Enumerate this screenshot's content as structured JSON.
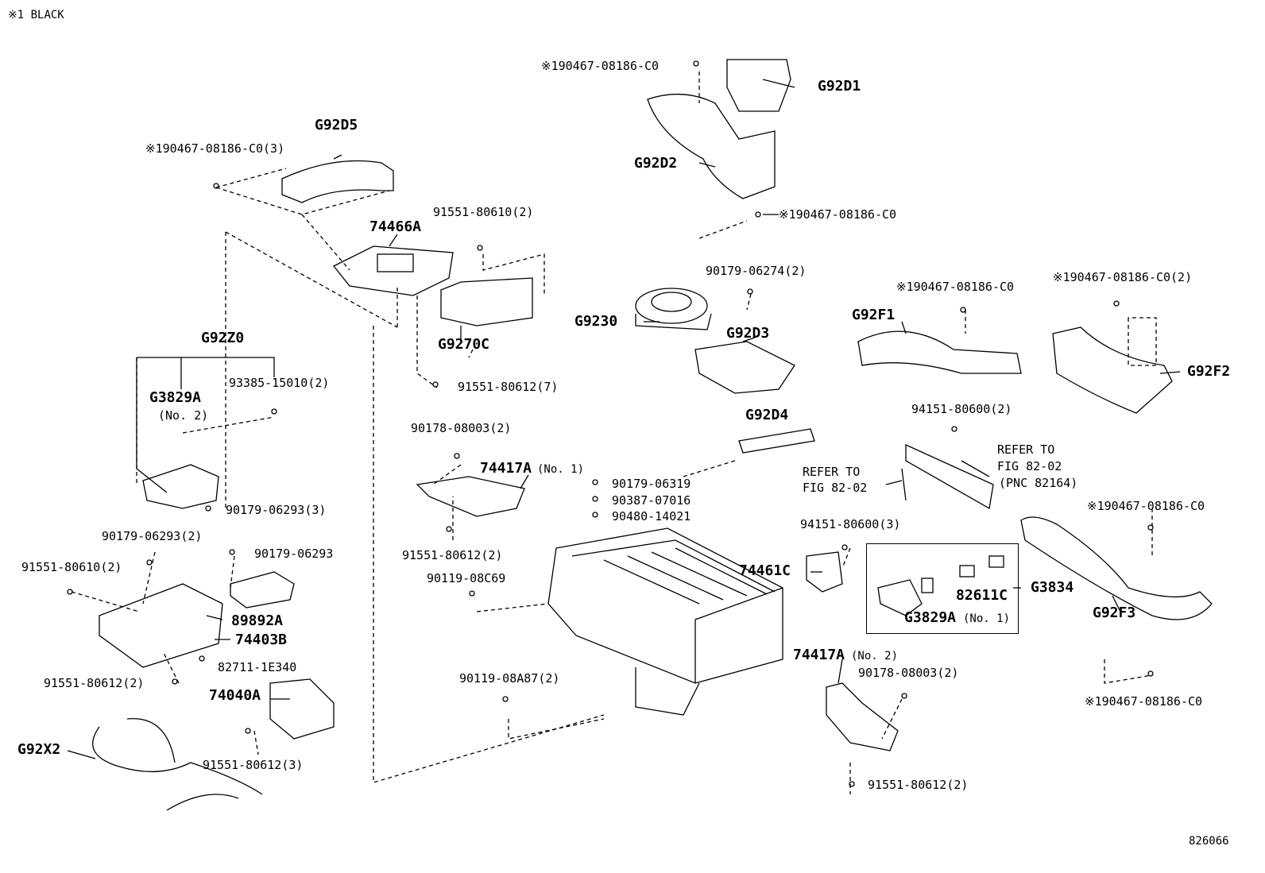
{
  "note": "※1 BLACK",
  "figure_id": "826066",
  "labels": {
    "l01": "※190467-08186-C0",
    "l02": "G92D1",
    "l03": "G92D2",
    "l04": "※190467-08186-C0",
    "l05": "G92D5",
    "l06": "※190467-08186-C0(3)",
    "l07": "74466A",
    "l08": "91551-80610(2)",
    "l09": "G9270C",
    "l10": "91551-80612(7)",
    "l11": "90179-06274(2)",
    "l12": "G9230",
    "l13": "G92D3",
    "l14": "※190467-08186-C0",
    "l15": "※190467-08186-C0(2)",
    "l16": "G92F1",
    "l17": "G92F2",
    "l18": "G92Z0",
    "l19": "G3829A",
    "l20": "(No. 2)",
    "l21": "93385-15010(2)",
    "l22": "90179-06293(3)",
    "l23": "90178-08003(2)",
    "l24": "74417A",
    "l25": "(No. 1)",
    "l26": "91551-80612(2)",
    "l27": "G92D4",
    "l28": "90179-06319",
    "l29": "90387-07016",
    "l30": "90480-14021",
    "l31": "94151-80600(2)",
    "l32": "REFER TO",
    "l33": "FIG 82-02",
    "l34": "(PNC 82164)",
    "l35": "REFER TO",
    "l36": "FIG 82-02",
    "l37": "90179-06293(2)",
    "l38": "90179-06293",
    "l39": "91551-80610(2)",
    "l40": "89892A",
    "l41": "74403B",
    "l42": "82711-1E340",
    "l43": "91551-80612(2)",
    "l44": "90119-08C69",
    "l45": "94151-80600(3)",
    "l46": "74461C",
    "l47": "82611C",
    "l48": "G3834",
    "l49": "G3829A",
    "l50": "(No. 1)",
    "l51": "※190467-08186-C0",
    "l52": "G92F3",
    "l53": "90119-08A87(2)",
    "l54": "74417A",
    "l55": "(No. 2)",
    "l56": "90178-08003(2)",
    "l57": "74040A",
    "l58": "G92X2",
    "l59": "91551-80612(3)",
    "l60": "91551-80612(2)",
    "l61": "※190467-08186-C0"
  }
}
